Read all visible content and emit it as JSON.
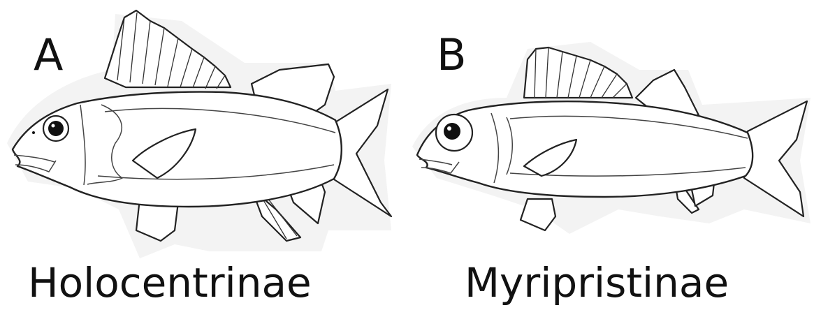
{
  "panels": [
    {
      "letter": "A",
      "caption": "Holocentrinae",
      "icon": "holocentrinae-fish-icon"
    },
    {
      "letter": "B",
      "caption": "Myripristinae",
      "icon": "myripristinae-fish-icon"
    }
  ]
}
